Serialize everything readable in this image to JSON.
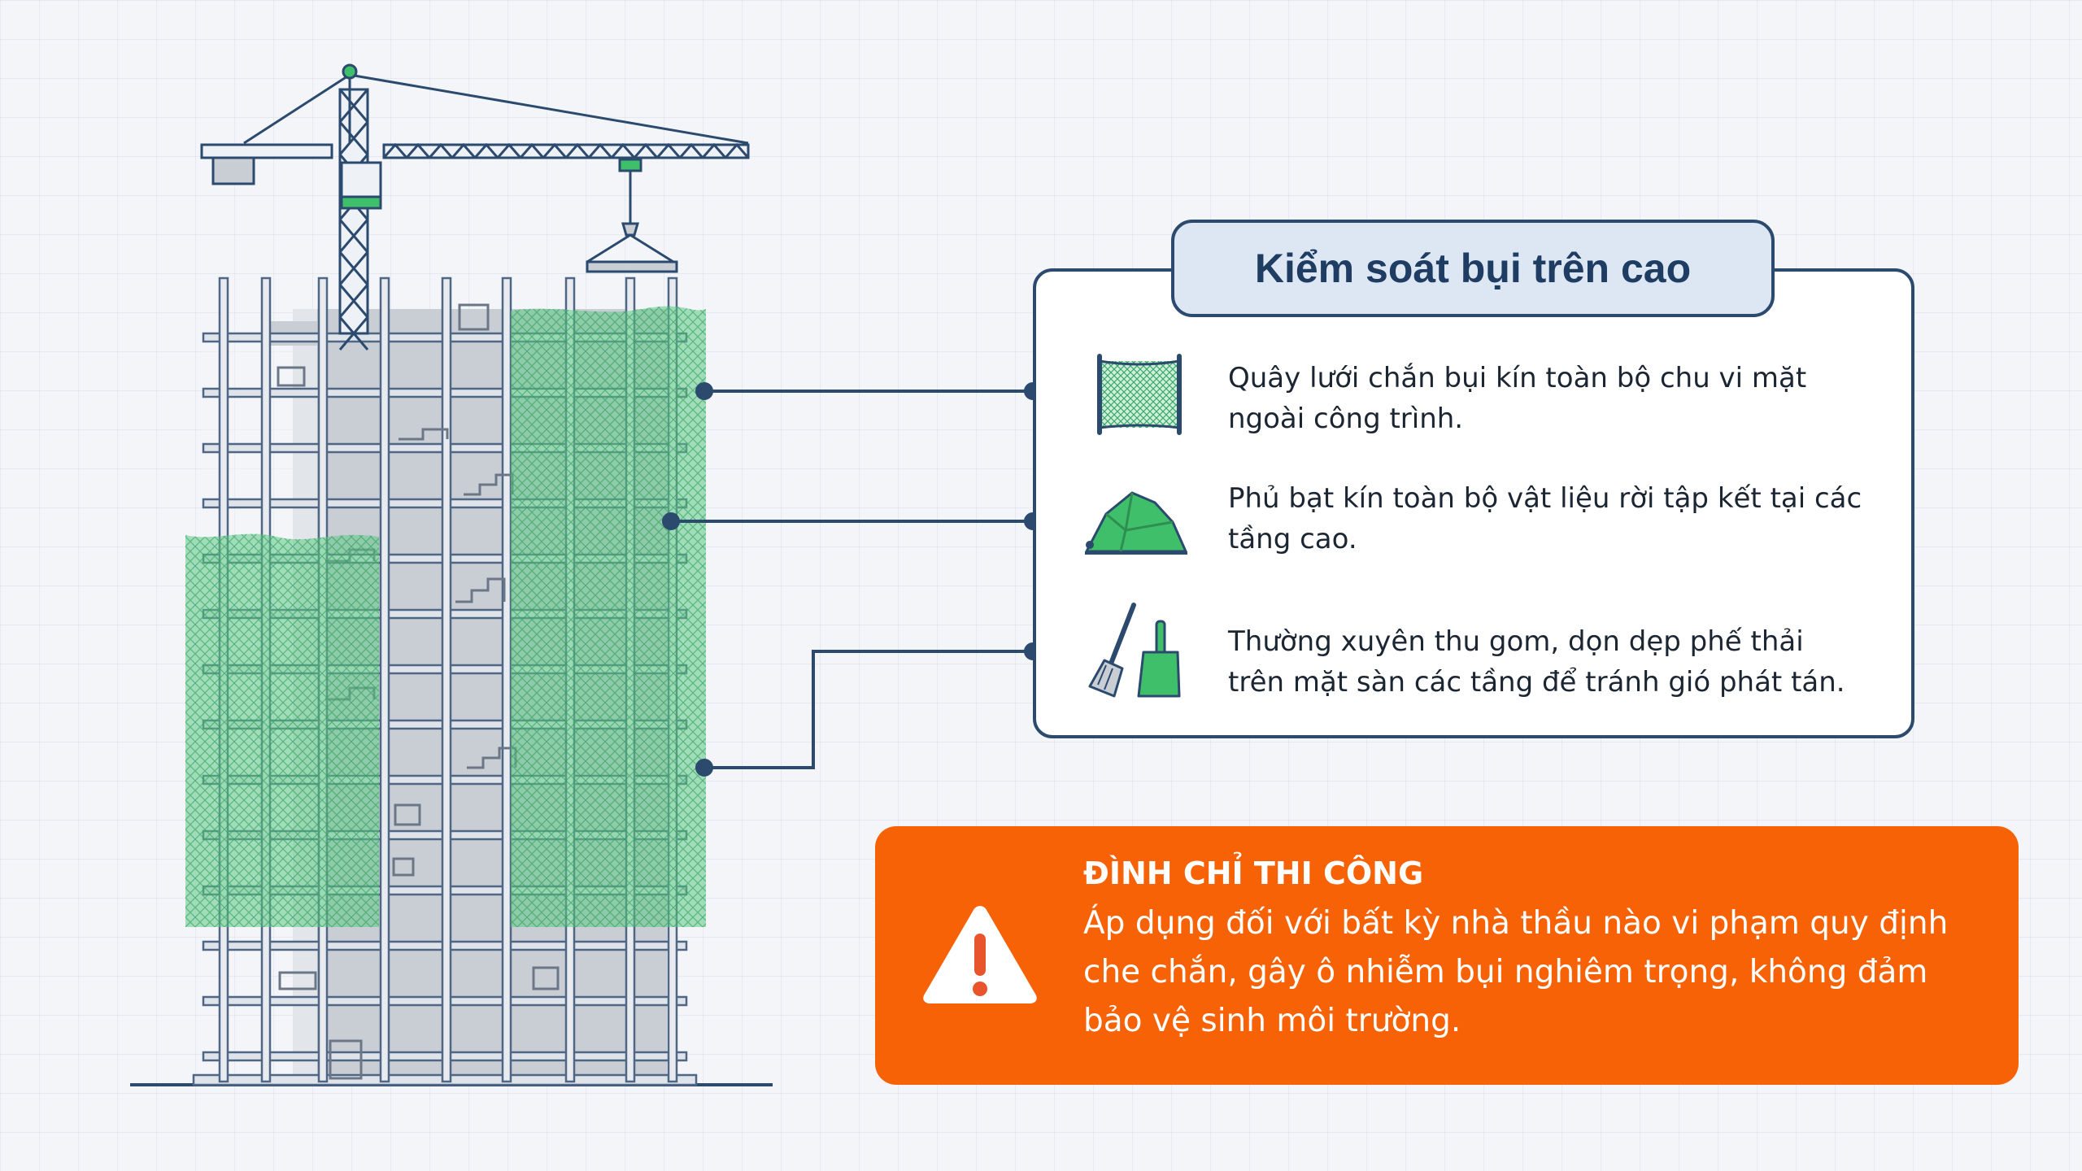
{
  "panel": {
    "title": "Kiểm soát bụi trên cao",
    "items": [
      {
        "icon": "dust-net-icon",
        "text": "Quây lưới chắn bụi kín toàn bộ chu vi mặt ngoài công trình."
      },
      {
        "icon": "tarp-cover-icon",
        "text": "Phủ bạt kín toàn bộ vật liệu rời tập kết tại các tầng cao."
      },
      {
        "icon": "broom-dustpan-icon",
        "text": "Thường xuyên thu gom, dọn dẹp phế thải trên mặt sàn các tầng để tránh gió phát tán."
      }
    ]
  },
  "warning": {
    "icon": "warning-triangle-icon",
    "title": "ĐÌNH CHỈ THI CÔNG",
    "body": "Áp dụng đối với bất kỳ nhà thầu nào vi phạm quy định che chắn, gây ô nhiễm bụi nghiêm trọng, không đảm bảo vệ sinh môi trường."
  },
  "colors": {
    "navy": "#2b4a6e",
    "net_green": "#3fbf6a",
    "warning_orange": "#f76206",
    "concrete": "#c9cdd4"
  }
}
